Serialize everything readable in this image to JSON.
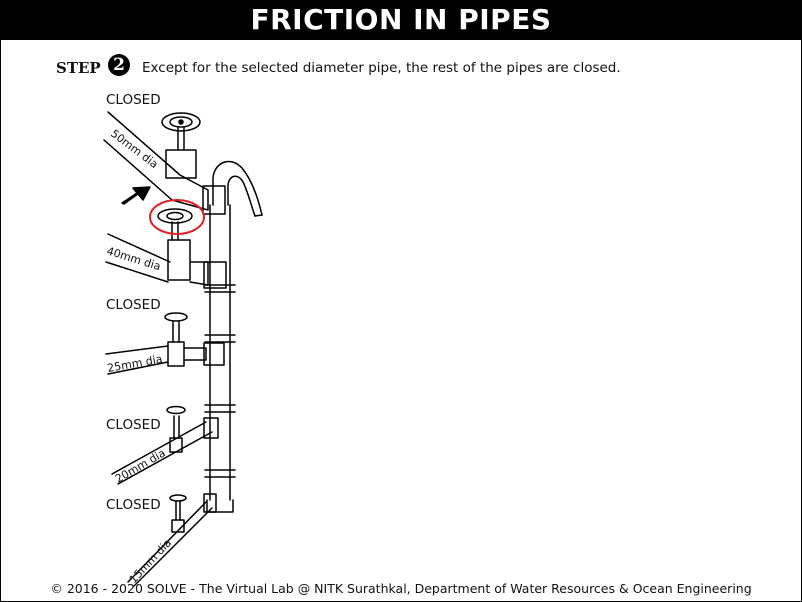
{
  "header": {
    "title": "FRICTION IN PIPES"
  },
  "step": {
    "label": "STEP",
    "number": "2",
    "text": "Except for the selected diameter pipe, the rest of the pipes are closed."
  },
  "valves": [
    {
      "status": "CLOSED",
      "diameter": "50mm dia"
    },
    {
      "status": "",
      "diameter": "40mm dia",
      "selected": true
    },
    {
      "status": "CLOSED",
      "diameter": "25mm dia"
    },
    {
      "status": "CLOSED",
      "diameter": "20mm dia"
    },
    {
      "status": "CLOSED",
      "diameter": "15mm dia"
    }
  ],
  "colors": {
    "highlight": "#e0202a",
    "title_bar": "#000000"
  },
  "footer": {
    "text": "© 2016 - 2020 SOLVE - The Virtual Lab @ NITK Surathkal, Department of Water Resources & Ocean Engineering"
  }
}
